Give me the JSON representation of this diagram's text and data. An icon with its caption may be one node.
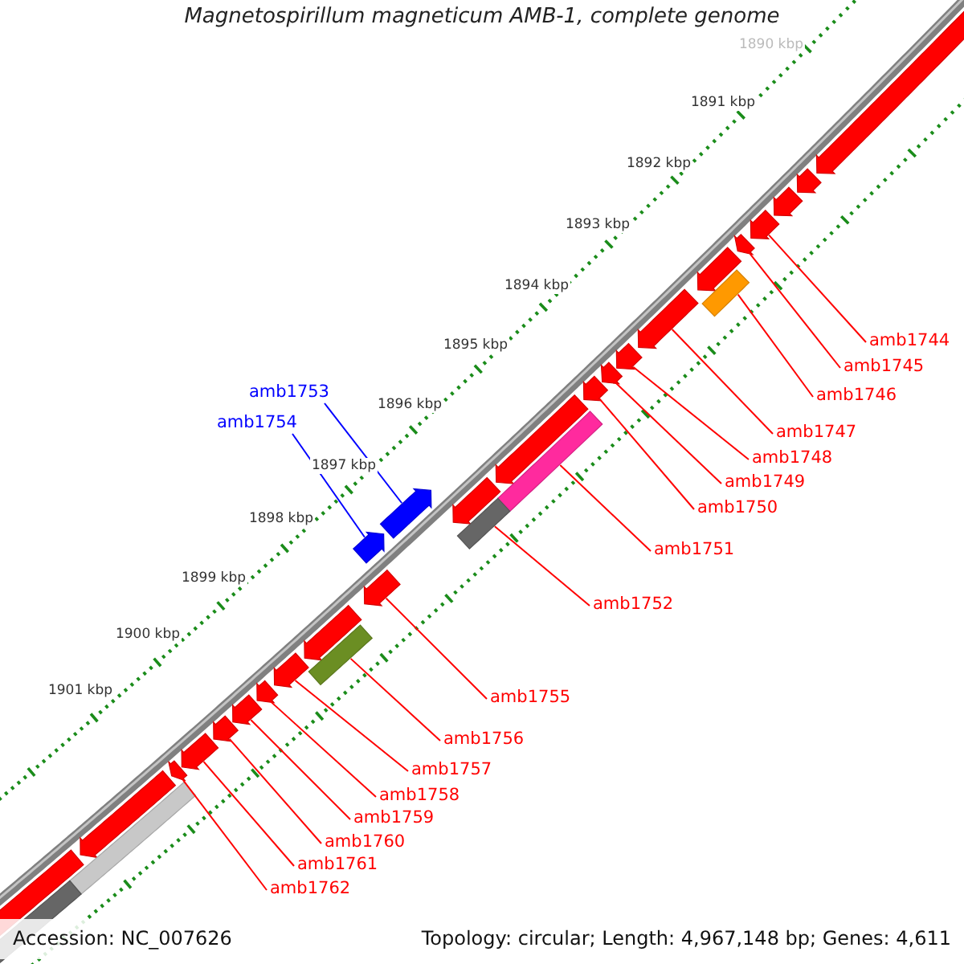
{
  "diagram": {
    "title": "Magnetospirillum magneticum AMB-1, complete genome",
    "nodes": [
      {
        "text": [
          "amb1744"
        ]
      },
      {
        "text": [
          "amb1745"
        ]
      },
      {
        "text": [
          "amb1746"
        ]
      },
      {
        "text": [
          "amb1747"
        ]
      },
      {
        "text": [
          "amb1748"
        ]
      },
      {
        "text": [
          "amb1749"
        ]
      },
      {
        "text": [
          "amb1750"
        ]
      },
      {
        "text": [
          "amb1751"
        ]
      },
      {
        "text": [
          "amb1752"
        ]
      },
      {
        "text": [
          "amb1753"
        ]
      },
      {
        "text": [
          "amb1754"
        ]
      },
      {
        "text": [
          "amb1755"
        ]
      },
      {
        "text": [
          "amb1756"
        ]
      },
      {
        "text": [
          "amb1757"
        ]
      },
      {
        "text": [
          "amb1758"
        ]
      },
      {
        "text": [
          "amb1759"
        ]
      },
      {
        "text": [
          "amb1760"
        ]
      },
      {
        "text": [
          "amb1761"
        ]
      },
      {
        "text": [
          "amb1762"
        ]
      },
      {
        "text": [],
        "shape": "arrow"
      },
      {
        "text": [],
        "shape": "arrow"
      },
      {
        "text": [],
        "shape": "arrow"
      },
      {
        "text": [],
        "shape": "arrow"
      },
      {
        "text": [],
        "shape": "arrow"
      },
      {
        "text": [],
        "shape": "arrow"
      },
      {
        "text": [],
        "shape": "arrow"
      },
      {
        "text": [],
        "shape": "arrow"
      },
      {
        "text": [],
        "shape": "arrow"
      },
      {
        "text": [],
        "shape": "arrow"
      },
      {
        "text": [],
        "shape": "arrow"
      },
      {
        "text": [],
        "shape": "arrow"
      },
      {
        "text": [],
        "shape": "arrow"
      },
      {
        "text": [],
        "shape": "arrow"
      },
      {
        "text": [],
        "shape": "arrow"
      },
      {
        "text": [],
        "shape": "arrow"
      },
      {
        "text": [],
        "shape": "arrow"
      },
      {
        "text": [],
        "shape": "arrow"
      },
      {
        "text": [],
        "shape": "arrow"
      },
      {
        "text": [],
        "shape": "arrow"
      },
      {
        "text": [],
        "shape": "arrow"
      },
      {
        "text": [],
        "shape": "arrow"
      },
      {
        "text": [],
        "shape": "arrow"
      },
      {
        "text": [],
        "shape": "arrow"
      }
    ],
    "edges": [
      {
        "from": 0,
        "to": 19,
        "arrow": "none"
      },
      {
        "from": 1,
        "to": 20,
        "arrow": "none"
      },
      {
        "from": 2,
        "to": 21,
        "arrow": "none"
      },
      {
        "from": 3,
        "to": 22,
        "arrow": "none"
      },
      {
        "from": 4,
        "to": 23,
        "arrow": "none"
      },
      {
        "from": 5,
        "to": 24,
        "arrow": "none"
      },
      {
        "from": 6,
        "to": 25,
        "arrow": "none"
      },
      {
        "from": 7,
        "to": 26,
        "arrow": "none"
      },
      {
        "from": 8,
        "to": 27,
        "arrow": "none"
      },
      {
        "from": 9,
        "to": 28,
        "arrow": "none",
        "color": "#0000ff"
      },
      {
        "from": 10,
        "to": 29,
        "arrow": "none",
        "color": "#0000ff"
      },
      {
        "from": 11,
        "to": 30,
        "arrow": "none"
      },
      {
        "from": 12,
        "to": 31,
        "arrow": "none"
      },
      {
        "from": 13,
        "to": 32,
        "arrow": "none"
      },
      {
        "from": 14,
        "to": 33,
        "arrow": "none"
      },
      {
        "from": 15,
        "to": 34,
        "arrow": "none"
      },
      {
        "from": 16,
        "to": 35,
        "arrow": "none"
      },
      {
        "from": 17,
        "to": 36,
        "arrow": "none"
      },
      {
        "from": 18,
        "to": 37,
        "arrow": "none"
      }
    ],
    "labels": [
      "1890 kbp",
      "1891 kbp",
      "1892 kbp",
      "1893 kbp",
      "1894 kbp",
      "1895 kbp",
      "1896 kbp",
      "1897 kbp",
      "1898 kbp",
      "1899 kbp",
      "1900 kbp",
      "1901 kbp",
      "Accession: NC_007626",
      "Topology: circular; Length: 4,967,148 bp; Genes: 4,611"
    ]
  }
}
